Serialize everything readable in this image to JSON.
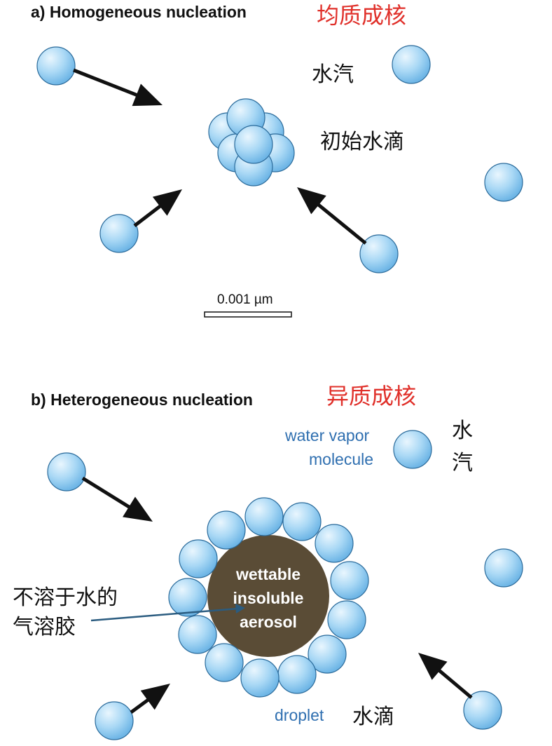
{
  "panel_a": {
    "heading": "a) Homogeneous nucleation",
    "heading_cn": "均质成核",
    "vapor_cn": "水汽",
    "embryo_cn": "初始水滴",
    "scale_label": "0.001 µm"
  },
  "panel_b": {
    "heading": "b) Heterogeneous nucleation",
    "heading_cn": "异质成核",
    "vapor_label_line1": "water vapor",
    "vapor_label_line2": "molecule",
    "vapor_cn_line1": "水",
    "vapor_cn_line2": "汽",
    "aerosol_line1": "wettable",
    "aerosol_line2": "insoluble",
    "aerosol_line3": "aerosol",
    "aerosol_cn_line1": "不溶于水的",
    "aerosol_cn_line2": "气溶胶",
    "droplet_label": "droplet",
    "droplet_cn": "水滴"
  },
  "colors": {
    "molecule_fill": "#a9d8f5",
    "molecule_stroke": "#2a6a9a",
    "aerosol_fill": "#5a4c36",
    "arrow": "#111111",
    "label_blue": "#2f6fb0",
    "label_red": "#e0302a",
    "pointer_arrow": "#2b5c80"
  }
}
